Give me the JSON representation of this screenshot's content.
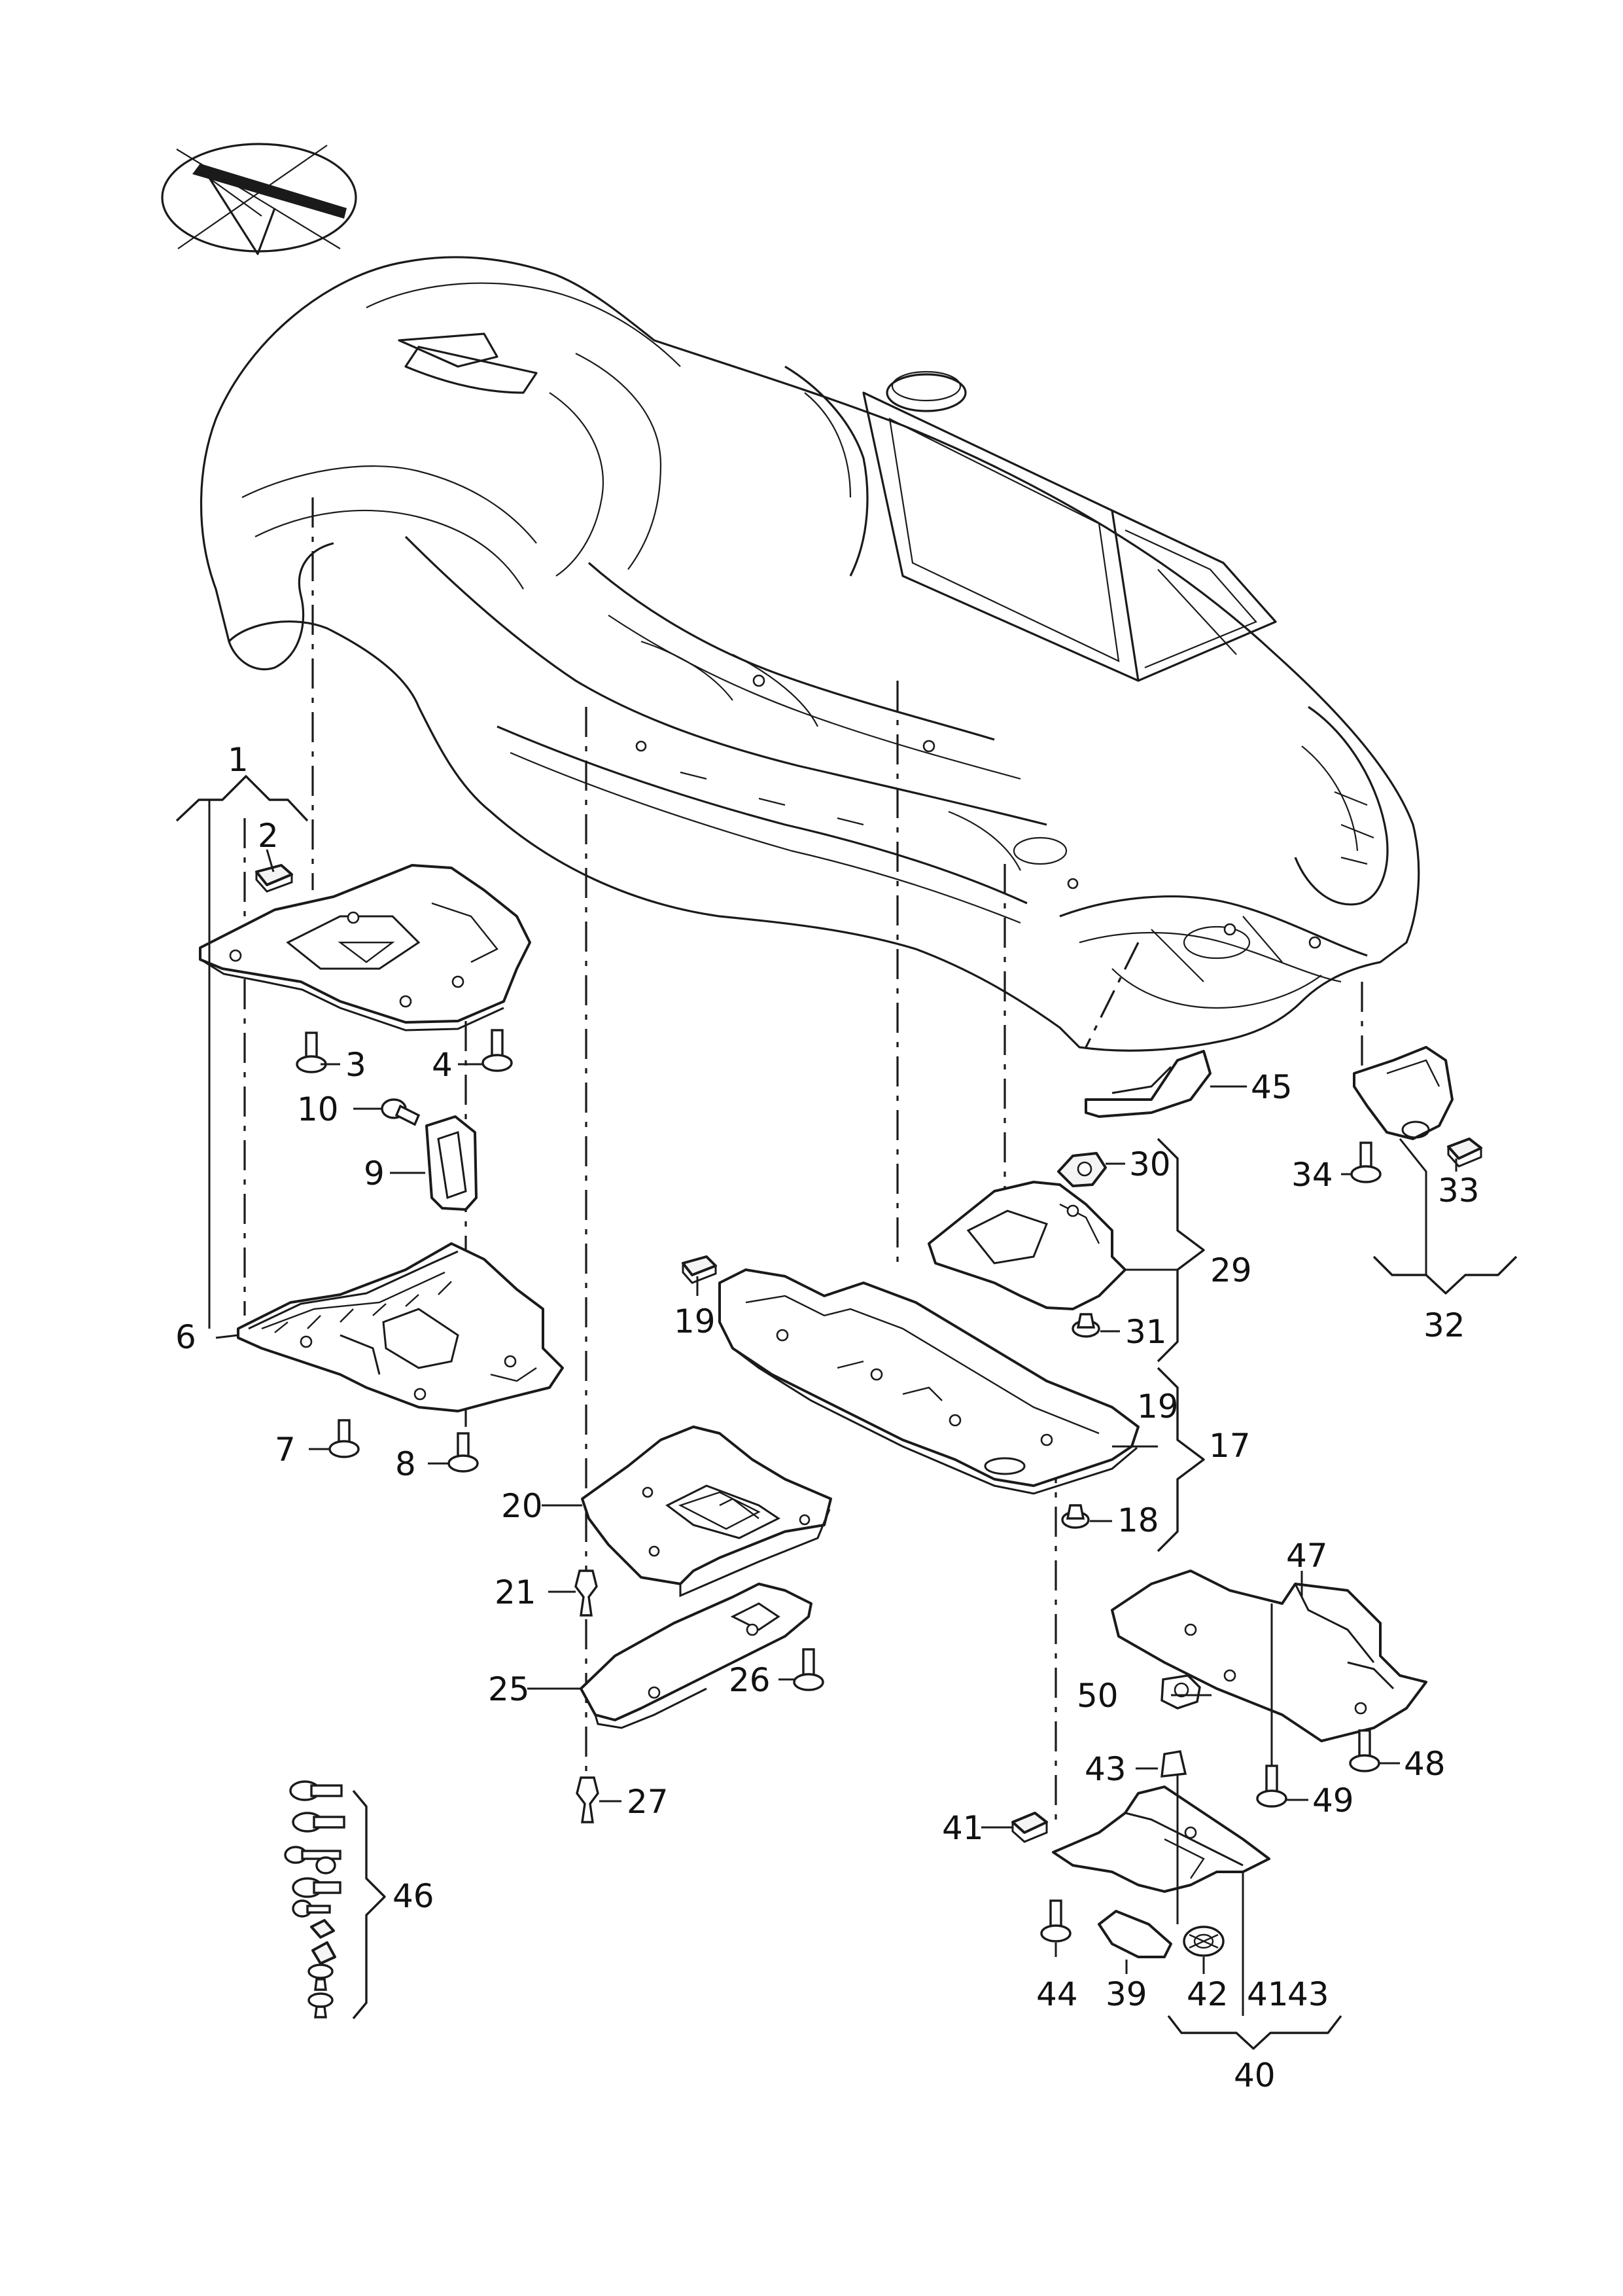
{
  "diagram": {
    "callouts": {
      "c1": "1",
      "c2": "2",
      "c3": "3",
      "c4": "4",
      "c6": "6",
      "c7": "7",
      "c8": "8",
      "c9": "9",
      "c10": "10",
      "c17": "17",
      "c18": "18",
      "c19a": "19",
      "c19b": "19",
      "c20": "20",
      "c21": "21",
      "c25": "25",
      "c26": "26",
      "c27": "27",
      "c29": "29",
      "c30": "30",
      "c31": "31",
      "c32": "32",
      "c33": "33",
      "c34": "34",
      "c39": "39",
      "c40": "40",
      "c41a": "41",
      "c41b": "41",
      "c42": "42",
      "c43a": "43",
      "c43b": "43",
      "c44": "44",
      "c45": "45",
      "c46": "46",
      "c47": "47",
      "c48": "48",
      "c49": "49",
      "c50": "50"
    },
    "colors": {
      "line": "#1a1a1a",
      "background": "#ffffff"
    }
  }
}
